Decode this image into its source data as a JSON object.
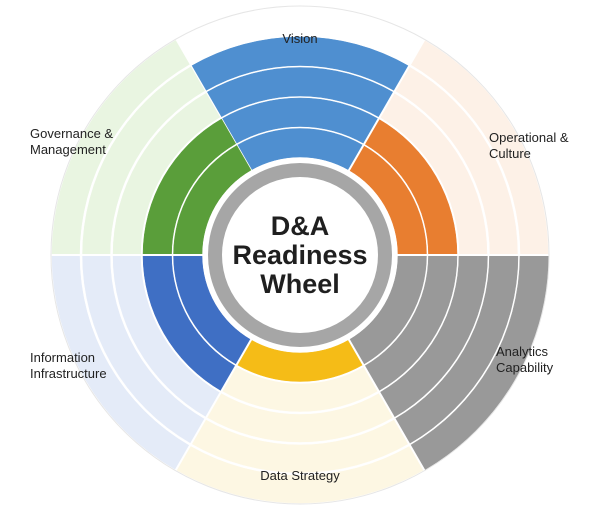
{
  "title": {
    "line1": "D&A",
    "line2": "Readiness",
    "line3": "Wheel"
  },
  "segments": [
    {
      "id": "vision",
      "label_lines": [
        "Vision"
      ],
      "color": "#4f8fd0",
      "level": 4,
      "pale": "#ffffff"
    },
    {
      "id": "operational",
      "label_lines": [
        "Operational &",
        "Culture"
      ],
      "color": "#e87e30",
      "level": 2,
      "pale": "#fdf1e7"
    },
    {
      "id": "analytics",
      "label_lines": [
        "Analytics",
        "Capability"
      ],
      "color": "#999999",
      "level": 5,
      "pale": "#eeeeee"
    },
    {
      "id": "data-strategy",
      "label_lines": [
        "Data Strategy"
      ],
      "color": "#f5bc17",
      "level": 1,
      "pale": "#fdf7e3"
    },
    {
      "id": "info-infra",
      "label_lines": [
        "Information",
        "Infrastructure"
      ],
      "color": "#3f6fc4",
      "level": 2,
      "pale": "#e4ebf8"
    },
    {
      "id": "governance",
      "label_lines": [
        "Governance &",
        "Management"
      ],
      "color": "#5a9e3a",
      "level": 2,
      "pale": "#e9f5e1"
    }
  ],
  "hub_color": "#a6a6a6",
  "max_level": 5
}
